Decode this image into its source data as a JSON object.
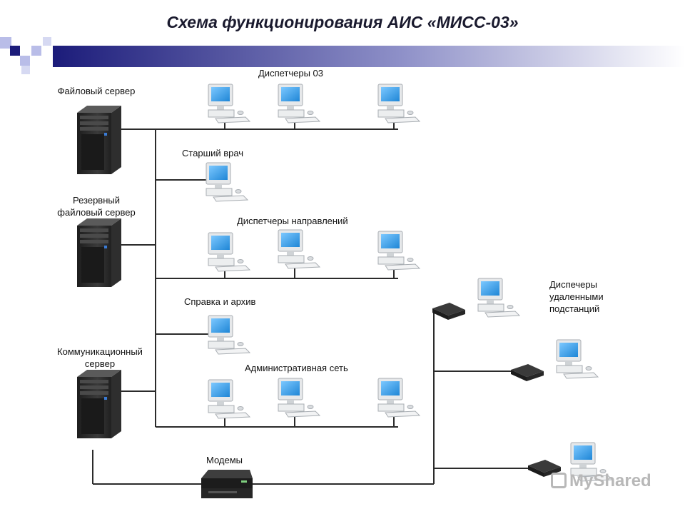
{
  "title": "Схема функционирования  АИС «МИСС-03»",
  "labels": {
    "file_server": "Файловый сервер",
    "backup_server_line1": "Резервный",
    "backup_server_line2": "файловый сервер",
    "comm_server_line1": "Коммуникационный",
    "comm_server_line2": "сервер",
    "dispatchers_03": "Диспетчеры 03",
    "senior_doctor": "Старший врач",
    "direction_dispatchers": "Диспетчеры направлений",
    "reference_archive": "Справка и архив",
    "admin_network": "Административная сеть",
    "modems": "Модемы",
    "remote_line1": "Диспечеры",
    "remote_line2": "удаленными",
    "remote_line3": "подстанций"
  },
  "watermark": "MyShared",
  "colors": {
    "header_bar_dark": "#1c1c7a",
    "header_bar_light": "#ffffff",
    "accent_square": "#b9bde8",
    "line": "#2b2b2b",
    "screen": "#3aa0e6"
  },
  "icons": [
    "server-icon",
    "computer-icon",
    "modem-icon"
  ]
}
